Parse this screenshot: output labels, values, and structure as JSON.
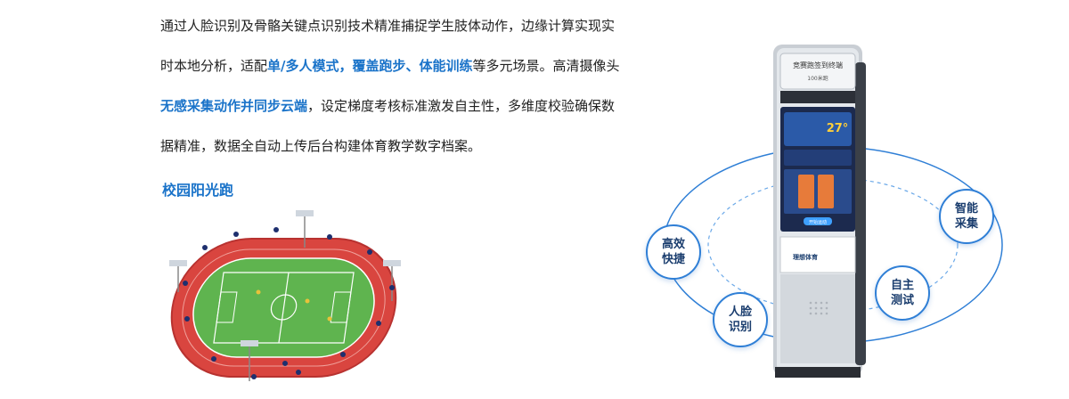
{
  "intro": {
    "line1": "通过人脸识别及骨骼关键点识别技术精准捕捉学生肢体动作，边缘计算实现实",
    "line2_pre": "时本地分析，适配",
    "line2_hl": "单/多人模式，覆盖跑步、体能训练",
    "line2_post": "等多元场景。高清摄像头",
    "line3_hl": "无感采集动作并同步云端",
    "line3_post": "，设定梯度考核标准激发自主性，多维度校验确保数",
    "line4": "据精准，数据全自动上传后台构建体育教学数字档案。"
  },
  "section_title": "校园阳光跑",
  "device": {
    "header_title": "竞赛跑签到终端",
    "header_sub": "100米跑",
    "temperature": "27°",
    "screen_btn": "开始运动",
    "brand": "理想体育"
  },
  "bubbles": {
    "efficient": "高效快捷",
    "face": "人脸识别",
    "self_test": "自主测试",
    "smart": "智能采集"
  },
  "colors": {
    "accent": "#1a73c9",
    "track": "#d9453f",
    "field": "#5fb44f"
  }
}
